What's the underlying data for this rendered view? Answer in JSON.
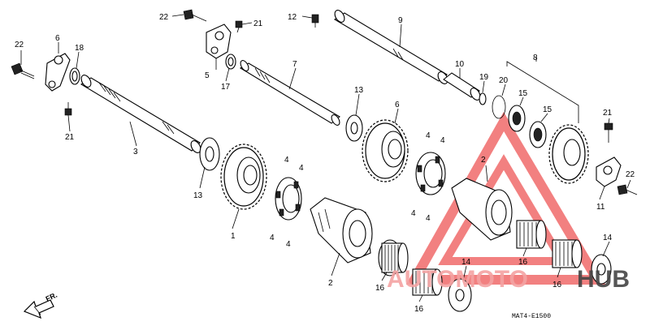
{
  "diagram": {
    "code": "MAT4-E1500",
    "direction_label": "FR.",
    "watermark": {
      "left": "AUTOMOTO",
      "right": "HUB",
      "color_left": "#f4a3a3",
      "color_right": "#444444",
      "triangle_color": "#f06a6a"
    },
    "labels": {
      "l1": "1",
      "l2a": "2",
      "l2b": "2",
      "l3": "3",
      "l4a": "4",
      "l4b": "4",
      "l4c": "4",
      "l4d": "4",
      "l4e": "4",
      "l4f": "4",
      "l4g": "4",
      "l4h": "4",
      "l5": "5",
      "l6a": "6",
      "l6b": "6",
      "l7": "7",
      "l8": "8",
      "l9": "9",
      "l10": "10",
      "l11": "11",
      "l12": "12",
      "l13a": "13",
      "l13b": "13",
      "l14a": "14",
      "l14b": "14",
      "l15a": "15",
      "l15b": "15",
      "l16a": "16",
      "l16b": "16",
      "l16c": "16",
      "l16d": "16",
      "l17": "17",
      "l18": "18",
      "l19": "19",
      "l20": "20",
      "l21a": "21",
      "l21b": "21",
      "l21c": "21",
      "l22a": "22",
      "l22b": "22",
      "l22c": "22"
    }
  }
}
